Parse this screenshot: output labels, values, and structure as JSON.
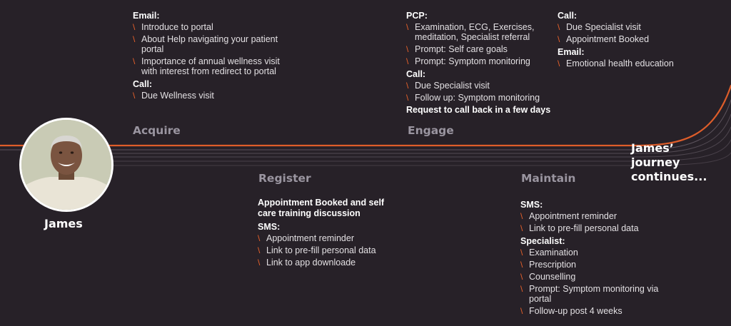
{
  "person": {
    "name": "James"
  },
  "stages": {
    "acquire": "Acquire",
    "engage": "Engage",
    "register": "Register",
    "maintain": "Maintain"
  },
  "continuation": "James’ journey continues...",
  "acquire_block": {
    "email_heading": "Email:",
    "email_items": [
      "Introduce to portal",
      "About Help navigating your patient portal",
      "Importance of annual wellness visit with interest from redirect to portal"
    ],
    "call_heading": "Call:",
    "call_items": [
      "Due Wellness visit"
    ]
  },
  "engage_block": {
    "pcp_heading": "PCP:",
    "pcp_items": [
      "Examination, ECG, Exercises, meditation, Specialist referral",
      "Prompt: Self care goals",
      "Prompt: Symptom monitoring"
    ],
    "call_heading": "Call:",
    "call_items": [
      "Due Specialist visit",
      "Follow up: Symptom monitoring"
    ],
    "callback_note": "Request to call back in a few days"
  },
  "engage_right_block": {
    "call_heading": "Call:",
    "call_items": [
      "Due Specialist visit",
      "Appointment Booked"
    ],
    "email_heading": "Email:",
    "email_items": [
      "Emotional health education"
    ]
  },
  "register_block": {
    "title": "Appointment Booked and self care training discussion",
    "sms_heading": "SMS:",
    "sms_items": [
      "Appointment reminder",
      "Link to pre-fill personal data",
      "Link to app downloade"
    ]
  },
  "maintain_block": {
    "sms_heading": "SMS:",
    "sms_items": [
      "Appointment reminder",
      "Link to pre-fill personal data"
    ],
    "specialist_heading": "Specialist:",
    "specialist_items": [
      "Examination",
      "Prescription",
      "Counselling",
      "Prompt: Symptom monitoring via portal",
      "Follow-up post 4 weeks"
    ]
  },
  "colors": {
    "background": "#272128",
    "accent": "#e8612a",
    "stage_label": "#9a95a0"
  },
  "icons": {
    "bullet": "backslash-bullet-icon"
  }
}
